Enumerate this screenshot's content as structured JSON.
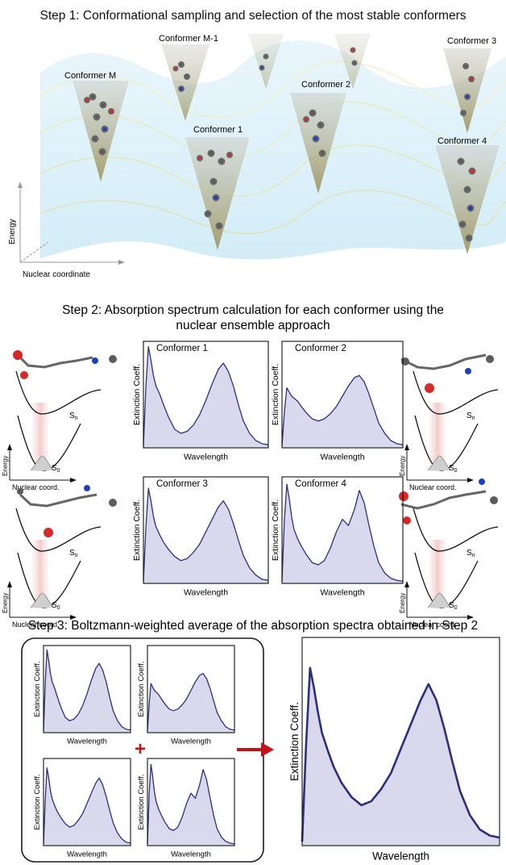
{
  "step1": {
    "title": "Step 1: Conformational sampling and selection of the most stable conformers",
    "conformer_labels": [
      "Conformer M",
      "Conformer M-1",
      "Conformer 1",
      "Conformer 2",
      "Conformer 3",
      "Conformer 4"
    ],
    "energy_label": "Energy",
    "nuclear_label": "Nuclear coordinate"
  },
  "step2": {
    "title_line1": "Step 2: Absorption spectrum calculation for each conformer using the",
    "title_line2": "nuclear ensemble approach",
    "panel_titles": [
      "Conformer 1",
      "Conformer 2",
      "Conformer 3",
      "Conformer 4"
    ],
    "y_label": "Extinction Coeff.",
    "x_label": "Wavelength",
    "pes_energy": "Energy",
    "pes_nuclear": "Nuclear coord.",
    "state_sn": "S",
    "state_sn_sub": "n",
    "state_s0": "S",
    "state_s0_sub": "0"
  },
  "step3": {
    "title": "Step 3: Boltzmann-weighted average of the absorption spectra obtained in Step 2",
    "y_label": "Extinction Coeff.",
    "x_label": "Wavelength",
    "plus": "+"
  },
  "colors": {
    "spectrum_stroke": "#2e2f7a",
    "spectrum_fill": "#d9d8ec",
    "arrow": "#c0141a",
    "molecule_red": "#d42a2a",
    "molecule_blue": "#1f3fbf",
    "molecule_gray": "#5c5c5c",
    "wave_blue": "#bfe3f2"
  },
  "chart_data": [
    {
      "type": "area",
      "name": "Conformer 1",
      "x": [
        0,
        0.02,
        0.04,
        0.06,
        0.08,
        0.1,
        0.13,
        0.16,
        0.2,
        0.25,
        0.3,
        0.35,
        0.4,
        0.45,
        0.5,
        0.55,
        0.6,
        0.64,
        0.68,
        0.72,
        0.76,
        0.8,
        0.85,
        0.9,
        0.95,
        1
      ],
      "y": [
        0.02,
        0.6,
        0.98,
        0.85,
        0.7,
        0.6,
        0.52,
        0.42,
        0.3,
        0.18,
        0.14,
        0.16,
        0.22,
        0.32,
        0.46,
        0.62,
        0.76,
        0.82,
        0.74,
        0.6,
        0.42,
        0.26,
        0.14,
        0.07,
        0.04,
        0.03
      ]
    },
    {
      "type": "area",
      "name": "Conformer 2",
      "x": [
        0,
        0.02,
        0.04,
        0.06,
        0.08,
        0.1,
        0.13,
        0.16,
        0.2,
        0.25,
        0.3,
        0.35,
        0.4,
        0.45,
        0.5,
        0.55,
        0.6,
        0.64,
        0.68,
        0.72,
        0.76,
        0.8,
        0.85,
        0.9,
        0.95,
        1
      ],
      "y": [
        0.02,
        0.35,
        0.58,
        0.54,
        0.5,
        0.48,
        0.45,
        0.4,
        0.34,
        0.28,
        0.26,
        0.28,
        0.33,
        0.4,
        0.5,
        0.6,
        0.68,
        0.7,
        0.64,
        0.52,
        0.38,
        0.24,
        0.14,
        0.07,
        0.04,
        0.03
      ]
    },
    {
      "type": "area",
      "name": "Conformer 3",
      "x": [
        0,
        0.02,
        0.04,
        0.06,
        0.08,
        0.1,
        0.13,
        0.16,
        0.2,
        0.25,
        0.3,
        0.35,
        0.4,
        0.45,
        0.5,
        0.55,
        0.6,
        0.64,
        0.68,
        0.72,
        0.76,
        0.8,
        0.85,
        0.9,
        0.95,
        1
      ],
      "y": [
        0.02,
        0.55,
        0.92,
        0.8,
        0.65,
        0.55,
        0.47,
        0.4,
        0.33,
        0.26,
        0.22,
        0.24,
        0.3,
        0.38,
        0.5,
        0.62,
        0.74,
        0.8,
        0.72,
        0.58,
        0.42,
        0.27,
        0.15,
        0.08,
        0.04,
        0.03
      ]
    },
    {
      "type": "area",
      "name": "Conformer 4",
      "x": [
        0,
        0.02,
        0.04,
        0.06,
        0.08,
        0.1,
        0.13,
        0.16,
        0.2,
        0.25,
        0.3,
        0.35,
        0.4,
        0.45,
        0.5,
        0.55,
        0.6,
        0.64,
        0.68,
        0.72,
        0.76,
        0.8,
        0.85,
        0.9,
        0.95,
        1
      ],
      "y": [
        0.02,
        0.62,
        0.96,
        0.82,
        0.64,
        0.52,
        0.43,
        0.36,
        0.28,
        0.2,
        0.18,
        0.22,
        0.34,
        0.5,
        0.62,
        0.56,
        0.72,
        0.9,
        0.78,
        0.56,
        0.36,
        0.2,
        0.1,
        0.05,
        0.03,
        0.02
      ]
    },
    {
      "type": "area",
      "name": "Boltzmann average",
      "x": [
        0,
        0.02,
        0.04,
        0.06,
        0.08,
        0.1,
        0.13,
        0.16,
        0.2,
        0.25,
        0.3,
        0.35,
        0.4,
        0.45,
        0.5,
        0.55,
        0.6,
        0.64,
        0.68,
        0.72,
        0.76,
        0.8,
        0.85,
        0.9,
        0.95,
        1
      ],
      "y": [
        0.02,
        0.5,
        0.88,
        0.78,
        0.66,
        0.56,
        0.47,
        0.39,
        0.31,
        0.24,
        0.2,
        0.22,
        0.28,
        0.36,
        0.48,
        0.6,
        0.72,
        0.8,
        0.72,
        0.58,
        0.42,
        0.27,
        0.15,
        0.08,
        0.05,
        0.04
      ]
    }
  ]
}
